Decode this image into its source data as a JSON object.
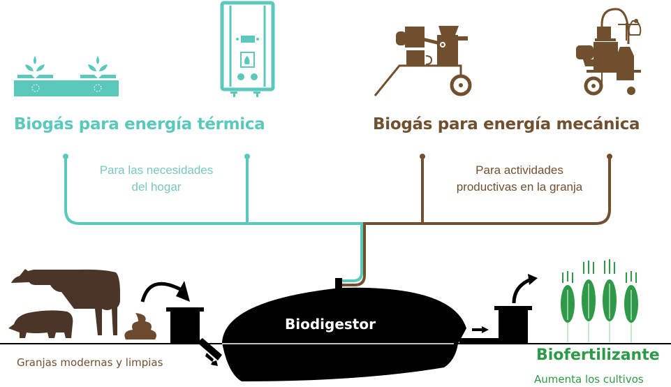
{
  "colors": {
    "thermal": "#5ac8bb",
    "mechanical": "#70502f",
    "fertilizer": "#2e9a48",
    "digester": "#000000",
    "animals": "#4a3526"
  },
  "thermal": {
    "title": "Biogás para energía térmica",
    "description": "Para las necesidades del hogar",
    "description_lines": [
      "Para las necesidades",
      "del hogar"
    ],
    "icons": [
      "gas-stove-icon",
      "water-heater-icon"
    ]
  },
  "mechanical": {
    "title": "Biogás para energía mecánica",
    "description": "Para actividades productivas en la granja",
    "description_lines": [
      "Para actividades",
      "productivas en la granja"
    ],
    "icons": [
      "chopper-machine-icon",
      "milking-machine-icon"
    ]
  },
  "digester": {
    "label": "Biodigestor"
  },
  "farm": {
    "label": "Granjas modernas y limpias",
    "icons": [
      "cow-icon",
      "pig-icon",
      "manure-icon"
    ]
  },
  "fertilizer": {
    "title": "Biofertilizante",
    "subtitle": "Aumenta los cultivos",
    "icons": [
      "wheat-icon"
    ]
  }
}
